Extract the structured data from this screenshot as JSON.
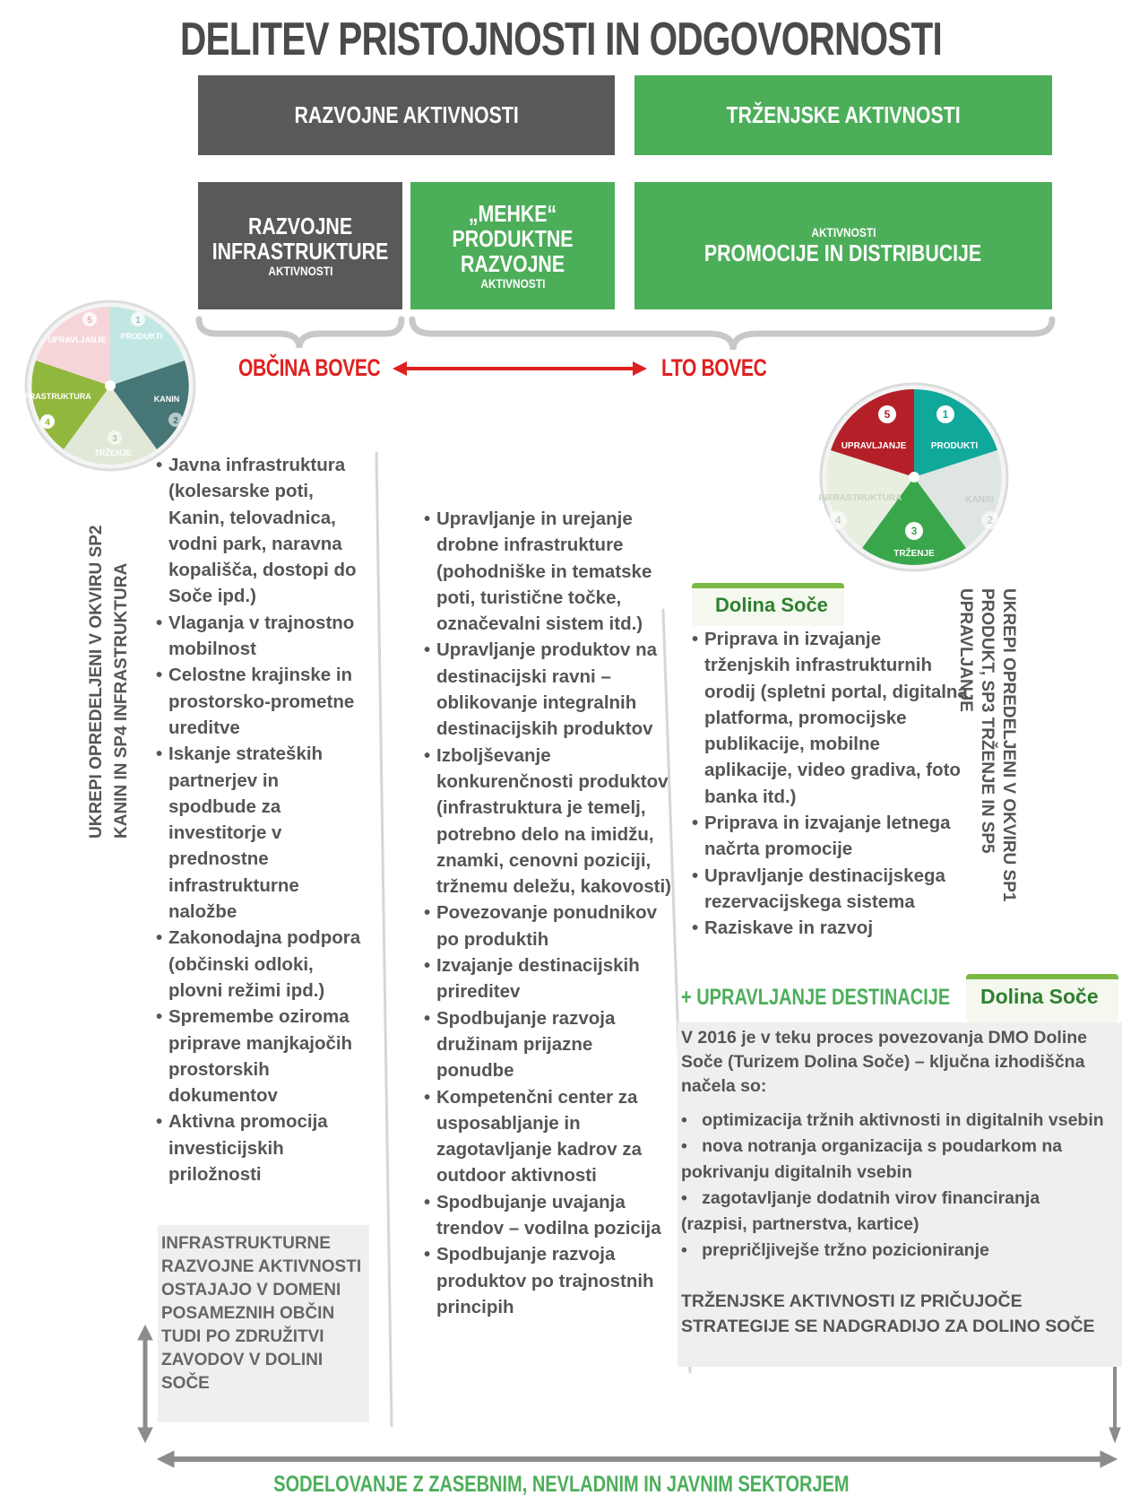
{
  "title": "DELITEV PRISTOJNOSTI IN ODGOVORNOSTI",
  "top_boxes": {
    "left": "RAZVOJNE AKTIVNOSTI",
    "right": "TRŽENJSKE AKTIVNOSTI"
  },
  "second_row": {
    "infra_big": "RAZVOJNE INFRASTRUKTURE",
    "infra_small": "AKTIVNOSTI",
    "soft_big": "„MEHKE“ PRODUKTNE RAZVOJNE",
    "soft_small": "AKTIVNOSTI",
    "promo_small": "AKTIVNOSTI",
    "promo_big": "PROMOCIJE IN DISTRIBUCIJE"
  },
  "actors": {
    "left": "OBČINA BOVEC",
    "right": "LTO BOVEC"
  },
  "wheel": {
    "labels": [
      "PRODUKTI",
      "KANIN",
      "TRŽENJE",
      "INFRASTRUKTURA",
      "UPRAVLJANJE"
    ],
    "numbers": [
      "1",
      "2",
      "3",
      "4",
      "5"
    ],
    "colors": [
      "#0fa89a",
      "#3aa64b",
      "#8db433",
      "#f2a9b5",
      "#b52028"
    ]
  },
  "left_vertical": {
    "line1": "UKREPI OPREDELJENI V OKVIRU SP2",
    "line2": "KANIN IN SP4 INFRASTRUKTURA"
  },
  "right_vertical": {
    "line1": "UKREPI OPREDELJENI V OKVIRU SP1",
    "line2": "PRODUKT, SP3 TRŽENJE IN SP5",
    "line3": "UPRAVLJANJE"
  },
  "col1_items": [
    "Javna infrastruktura (kolesarske poti, Kanin, telovadnica, vodni park, naravna kopališča, dostopi do Soče ipd.)",
    "Vlaganja v trajnostno mobilnost",
    "Celostne krajinske in prostorsko-prometne ureditve",
    "Iskanje strateških partnerjev in spodbude za investitorje v prednostne infrastrukturne naložbe",
    "Zakonodajna podpora (občinski odloki, plovni režimi ipd.)",
    "Spremembe oziroma priprave manjkajočih prostorskih dokumentov",
    "Aktivna promocija investicijskih priložnosti"
  ],
  "col1_note": "INFRASTRUKTURNE RAZVOJNE AKTIVNOSTI OSTAJAJO V DOMENI POSAMEZNIH OBČIN TUDI PO ZDRUŽITVI ZAVODOV V DOLINI SOČE",
  "col2_items": [
    "Upravljanje in urejanje drobne infrastrukture (pohodniške in tematske poti, turistične točke, označevalni sistem itd.)",
    "Upravljanje produktov na destinacijski ravni – oblikovanje integralnih destinacijskih produktov",
    "Izboljševanje konkurenčnosti produktov (infrastruktura je temelj, potrebno delo na imidžu, znamki, cenovni poziciji, tržnemu deležu, kakovosti)",
    "Povezovanje ponudnikov  po produktih",
    "Izvajanje destinacijskih prireditev",
    "Spodbujanje razvoja družinam prijazne ponudbe",
    "Kompetenčni center za usposabljanje in zagotavljanje kadrov za outdoor aktivnosti",
    "Spodbujanje uvajanja trendov – vodilna pozicija",
    "Spodbujanje razvoja produktov po trajnostnih principih"
  ],
  "logo_text": "Dolina Soče",
  "col3_items": [
    "Priprava in izvajanje trženjskih infrastrukturnih orodij (spletni portal, digitalna platforma, promocijske publikacije, mobilne aplikacije, video gradiva, foto banka itd.)",
    "Priprava in izvajanje letnega načrta promocije",
    "Upravljanje destinacijskega rezervacijskega sistema",
    "Raziskave in razvoj"
  ],
  "destination_header": "+ UPRAVLJANJE DESTINACIJE",
  "destination_intro": "V 2016 je v teku proces povezovanja DMO Doline Soče (Turizem Dolina Soče) – ključna izhodiščna načela so:",
  "destination_items": [
    "optimizacija tržnih aktivnosti in digitalnih vsebin",
    "nova notranja organizacija s poudarkom na pokrivanju digitalnih vsebin",
    "zagotavljanje dodatnih virov financiranja (razpisi, partnerstva, kartice)",
    "prepričljivejše tržno pozicioniranje"
  ],
  "destination_footer": "TRŽENJSKE AKTIVNOSTI IZ PRIČUJOČE STRATEGIJE SE NADGRADIJO ZA DOLINO SOČE",
  "bottom": "SODELOVANJE Z ZASEBNIM, NEVLADNIM IN JAVNIM SEKTORJEM"
}
